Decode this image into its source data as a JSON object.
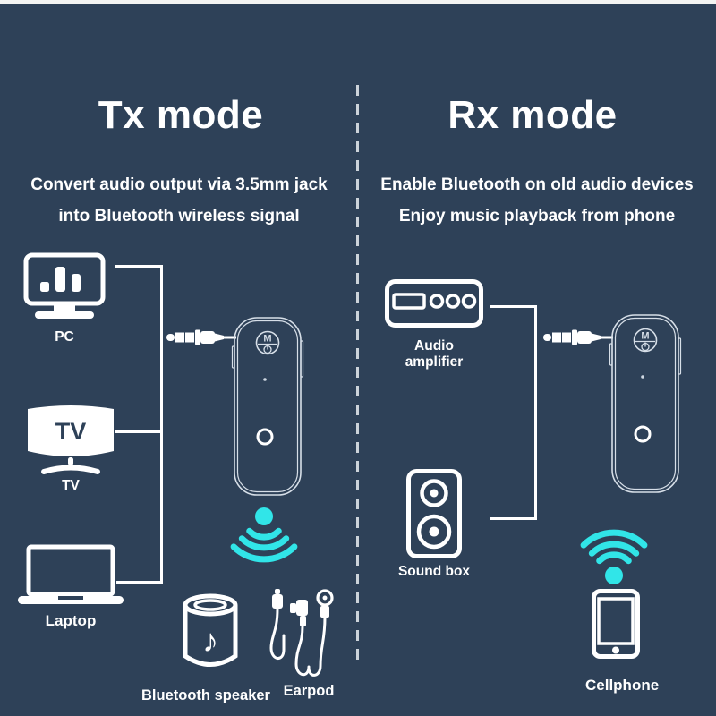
{
  "colors": {
    "background": "#2e4158",
    "top_strip": "#f4f4f2",
    "accent_cyan": "#31e5e8",
    "icon_white": "#ffffff",
    "device_outline": "#d7dfe8",
    "divider": "#ccd3da"
  },
  "tx": {
    "title": "Tx mode",
    "description_line1": "Convert audio output via 3.5mm jack",
    "description_line2": "into Bluetooth wireless signal",
    "sources": [
      {
        "label": "PC",
        "icon": "pc-monitor-icon"
      },
      {
        "label": "TV",
        "icon": "tv-icon"
      },
      {
        "label": "Laptop",
        "icon": "laptop-icon"
      }
    ],
    "outputs": [
      {
        "label": "Bluetooth speaker",
        "icon": "bluetooth-speaker-icon"
      },
      {
        "label": "Earpod",
        "icon": "earpod-icon"
      }
    ]
  },
  "rx": {
    "title": "Rx mode",
    "description_line1": "Enable Bluetooth on old audio devices",
    "description_line2": "Enjoy music playback from phone",
    "sources": [
      {
        "label": "Audio amplifier",
        "icon": "audio-amplifier-icon"
      },
      {
        "label": "Sound box",
        "icon": "sound-box-icon"
      }
    ],
    "outputs": [
      {
        "label": "Cellphone",
        "icon": "cellphone-icon"
      }
    ]
  },
  "device": {
    "logo_text": "M",
    "tv_screen_text": "TV",
    "speaker_note_glyph": "♪"
  },
  "icons": {
    "wifi-down-icon": "cyan dot above three expanding arcs (broadcast downward)",
    "wifi-up-icon": "three expanding arcs above cyan dot (broadcast upward)",
    "aux-plug-icon": "3.5mm jack plug with cable",
    "pc-monitor-icon": "monitor with equalizer bars on stand",
    "tv-icon": "curved TV screen with stand",
    "laptop-icon": "open laptop outline",
    "audio-amplifier-icon": "amp box with display and three knobs",
    "sound-box-icon": "speaker cabinet with two drivers",
    "bluetooth-speaker-icon": "cylindrical speaker with music note",
    "earpod-icon": "wired in-ear earphones with plug",
    "cellphone-icon": "smartphone with home button",
    "device-logo-icon": "circle badge with M and power symbol"
  }
}
